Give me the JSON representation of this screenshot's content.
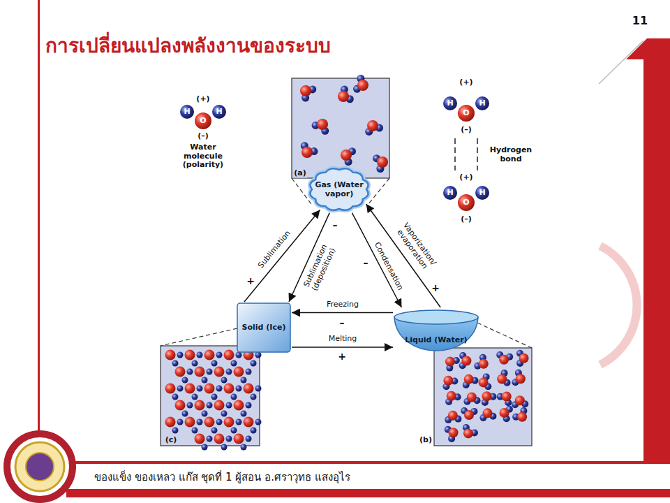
{
  "diagram": {
    "title": "การเปลี่ยนแปลงพลังงานของระบบ",
    "nodes": [
      {
        "text": [
          "Gas (Water vapor)"
        ]
      },
      {
        "text": [
          "Solid (Ice)"
        ]
      },
      {
        "text": [
          "Liquid (Water)"
        ]
      }
    ],
    "edges": [
      {
        "from": 1,
        "to": 0,
        "arrow": "to",
        "label": "Sublimation"
      },
      {
        "from": 0,
        "to": 1,
        "arrow": "to",
        "label": "Sublimation (deposition)"
      },
      {
        "from": 0,
        "to": 2,
        "arrow": "to",
        "label": "Condensation"
      },
      {
        "from": 2,
        "to": 0,
        "arrow": "to",
        "label": "Vaporization/ evaporation"
      },
      {
        "from": 2,
        "to": 1,
        "arrow": "to",
        "label": "Freezing"
      },
      {
        "from": 1,
        "to": 2,
        "arrow": "to",
        "label": "Melting"
      }
    ],
    "labels": [
      "11",
      "(+)",
      "H",
      "O",
      "H",
      "(–)",
      "Water molecule (polarity)",
      "(+)",
      "H",
      "O",
      "H",
      "(–)",
      "Hydrogen bond",
      "(+)",
      "H",
      "O",
      "H",
      "(–)",
      "(a)",
      "+",
      "–",
      "–",
      "+",
      "–",
      "+",
      "(b)",
      "(c)",
      "ของแข็ง ของเหลว แก๊ส ชุดที่ 1 ผู้สอน อ.ศราวุทธ แสงอุไร"
    ]
  }
}
